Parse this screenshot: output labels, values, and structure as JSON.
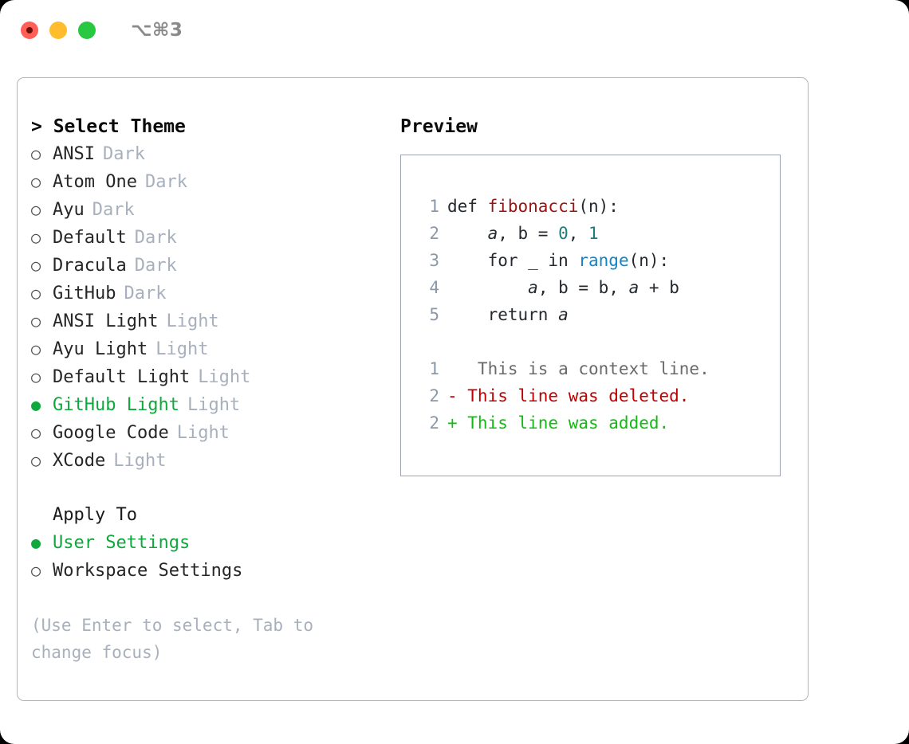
{
  "titlebar": {
    "shortcut": "⌥⌘3",
    "buttons": [
      {
        "name": "close",
        "color": "#ff5f57"
      },
      {
        "name": "minimize",
        "color": "#ffbd2e"
      },
      {
        "name": "maximize",
        "color": "#28c840"
      }
    ]
  },
  "accent_green": "#0fa83c",
  "theme_list": {
    "header": "> Select Theme",
    "items": [
      {
        "marker": "○",
        "label": "ANSI",
        "variant": "Dark",
        "selected": false
      },
      {
        "marker": "○",
        "label": "Atom One",
        "variant": "Dark",
        "selected": false
      },
      {
        "marker": "○",
        "label": "Ayu",
        "variant": "Dark",
        "selected": false
      },
      {
        "marker": "○",
        "label": "Default",
        "variant": "Dark",
        "selected": false
      },
      {
        "marker": "○",
        "label": "Dracula",
        "variant": "Dark",
        "selected": false
      },
      {
        "marker": "○",
        "label": "GitHub",
        "variant": "Dark",
        "selected": false
      },
      {
        "marker": "○",
        "label": "ANSI Light",
        "variant": "Light",
        "selected": false
      },
      {
        "marker": "○",
        "label": "Ayu Light",
        "variant": "Light",
        "selected": false
      },
      {
        "marker": "○",
        "label": "Default Light",
        "variant": "Light",
        "selected": false
      },
      {
        "marker": "●",
        "label": "GitHub Light",
        "variant": "Light",
        "selected": true
      },
      {
        "marker": "○",
        "label": "Google Code",
        "variant": "Light",
        "selected": false
      },
      {
        "marker": "○",
        "label": "XCode",
        "variant": "Light",
        "selected": false
      }
    ]
  },
  "apply_to": {
    "header": "Apply To",
    "items": [
      {
        "marker": "●",
        "label": "User Settings",
        "selected": true
      },
      {
        "marker": "○",
        "label": "Workspace Settings",
        "selected": false
      }
    ]
  },
  "hint": "(Use Enter to select, Tab to change focus)",
  "preview": {
    "title": "Preview",
    "code_lines": [
      {
        "no": "1",
        "segments": [
          {
            "text": "def ",
            "style": "kw"
          },
          {
            "text": "fibonacci",
            "style": "fn"
          },
          {
            "text": "(n):",
            "style": "punct"
          }
        ]
      },
      {
        "no": "2",
        "segments": [
          {
            "text": "    ",
            "style": "punct"
          },
          {
            "text": "a",
            "style": "var"
          },
          {
            "text": ", b = ",
            "style": "punct"
          },
          {
            "text": "0",
            "style": "num"
          },
          {
            "text": ", ",
            "style": "punct"
          },
          {
            "text": "1",
            "style": "num"
          }
        ]
      },
      {
        "no": "3",
        "segments": [
          {
            "text": "    for _ in ",
            "style": "kw"
          },
          {
            "text": "range",
            "style": "call"
          },
          {
            "text": "(n):",
            "style": "punct"
          }
        ]
      },
      {
        "no": "4",
        "segments": [
          {
            "text": "        ",
            "style": "punct"
          },
          {
            "text": "a",
            "style": "var"
          },
          {
            "text": ", b = b, ",
            "style": "punct"
          },
          {
            "text": "a",
            "style": "var"
          },
          {
            "text": " + b",
            "style": "punct"
          }
        ]
      },
      {
        "no": "5",
        "segments": [
          {
            "text": "    return ",
            "style": "kw"
          },
          {
            "text": "a",
            "style": "var"
          }
        ]
      }
    ],
    "diff_lines": [
      {
        "no": "1",
        "sign": " ",
        "text": "  This is a context line.",
        "kind": "context"
      },
      {
        "no": "2",
        "sign": "-",
        "text": " This line was deleted.",
        "kind": "del"
      },
      {
        "no": "2",
        "sign": "+",
        "text": " This line was added.",
        "kind": "add"
      }
    ]
  }
}
